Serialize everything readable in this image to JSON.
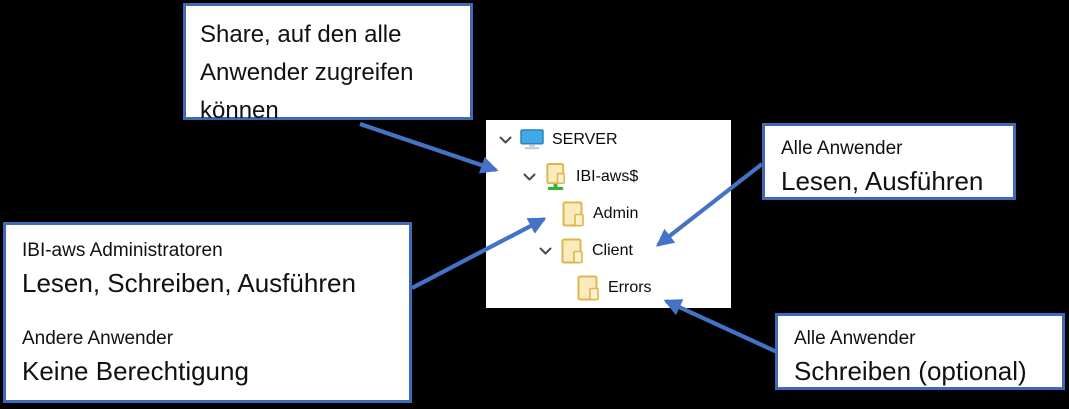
{
  "callouts": {
    "share": {
      "text": "Share, auf den alle Anwender zugreifen können"
    },
    "admin": {
      "group1_title": "IBI-aws Administratoren",
      "group1_perms": "Lesen, Schreiben, Ausführen",
      "group2_title": "Andere Anwender",
      "group2_perms": "Keine Berechtigung"
    },
    "client": {
      "title": "Alle Anwender",
      "perms": "Lesen, Ausführen"
    },
    "errors": {
      "title": "Alle Anwender",
      "perms": "Schreiben (optional)"
    }
  },
  "tree": {
    "items": [
      {
        "label": "SERVER",
        "icon": "computer-icon",
        "expanded": true
      },
      {
        "label": "IBI-aws$",
        "icon": "shared-folder-icon",
        "expanded": true
      },
      {
        "label": "Admin",
        "icon": "folder-icon",
        "expanded": false
      },
      {
        "label": "Client",
        "icon": "folder-icon",
        "expanded": true
      },
      {
        "label": "Errors",
        "icon": "folder-icon",
        "expanded": false
      }
    ]
  },
  "arrows": [
    {
      "from": "callout-share",
      "to": "tree-item-ibi-aws"
    },
    {
      "from": "callout-admin-perms",
      "to": "tree-item-admin"
    },
    {
      "from": "callout-client-perms",
      "to": "tree-item-client"
    },
    {
      "from": "callout-errors-perms",
      "to": "tree-item-errors"
    }
  ],
  "colors": {
    "background": "#000000",
    "callout_border": "#3f6ab8",
    "arrow_blue": "#4472C4",
    "folder_fill": "#f9ebbb",
    "folder_border": "#e0b64c",
    "monitor_blue": "#3fa9ea",
    "share_green": "#2fb52f",
    "chevron_gray": "#4a4a4a"
  }
}
